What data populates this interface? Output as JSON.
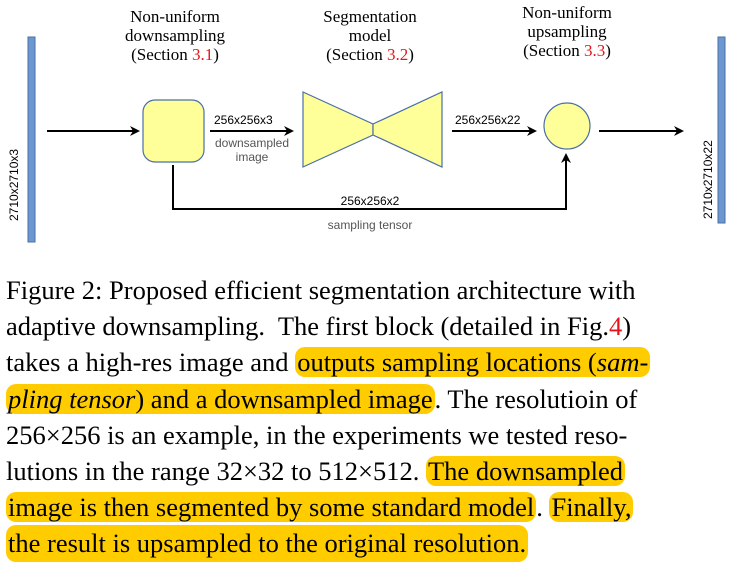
{
  "figure": {
    "input_bar_label": "2710x2710x3",
    "output_bar_label": "2710x2710x22",
    "blocks": [
      {
        "title_line1": "Non-uniform",
        "title_line2": "downsampling",
        "section_prefix": "(Section ",
        "section_ref": "3.1",
        "section_suffix": ")"
      },
      {
        "title_line1": "Segmentation",
        "title_line2": "model",
        "section_prefix": "(Section ",
        "section_ref": "3.2",
        "section_suffix": ")"
      },
      {
        "title_line1": "Non-uniform",
        "title_line2": "upsampling",
        "section_prefix": "(Section ",
        "section_ref": "3.3",
        "section_suffix": ")"
      }
    ],
    "edges": {
      "downsampled_dim": "256x256x3",
      "downsampled_name_line1": "downsampled",
      "downsampled_name_line2": "image",
      "segmented_dim": "256x256x22",
      "sampling_dim": "256x256x2",
      "sampling_name": "sampling tensor"
    },
    "colors": {
      "bar_fill": "#6d97d0",
      "bar_stroke": "#4a6fa5",
      "block_fill": "#ffff99",
      "block_stroke": "#4a6fa5",
      "ref_red": "#e8141a",
      "highlight": "#ffcc00"
    }
  },
  "caption": {
    "line1": "Figure 2: Proposed efficient segmentation architecture with",
    "line2_a": "adaptive downsampling.  The first block (detailed in Fig.",
    "line2_ref": "4",
    "line2_b": ")",
    "line3_a": "takes a high-res image and ",
    "line3_hl": "outputs sampling locations (",
    "line3_hl_it": "sam-",
    "line4_hl_it": "pling tensor",
    "line4_hl": ") and a downsampled image",
    "line4_b": ". The resolutioin of",
    "line5": "256×256 is an example, in the experiments we tested reso-",
    "line6_a": "lutions in the range 32×32 to 512×512. ",
    "line6_hl": "The downsampled",
    "line7_hl": "image is then segmented by some standard model",
    "line7_b": ". ",
    "line7_hl2": "Finally,",
    "line8_hl": "the result is upsampled to the original resolution."
  }
}
